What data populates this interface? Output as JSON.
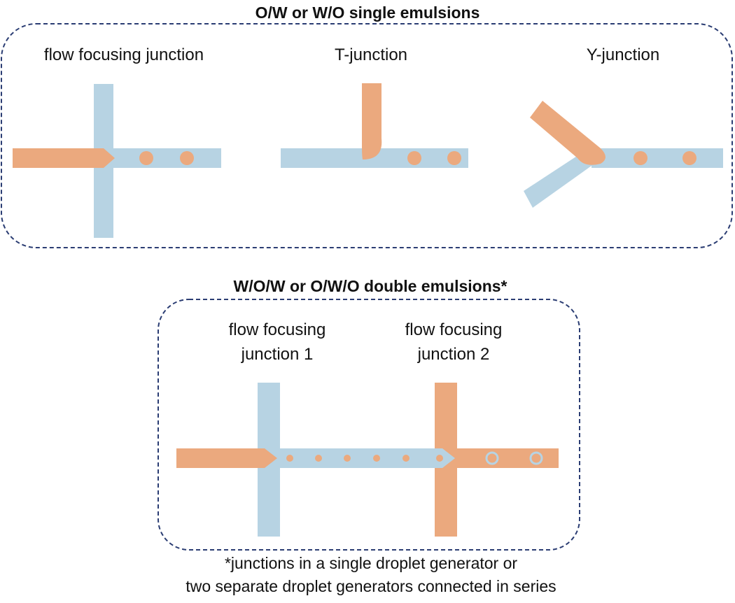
{
  "colors": {
    "aqueous_channel": "#b7d3e3",
    "oil_channel": "#eba97e",
    "frame": "#2b3d73",
    "text": "#111111"
  },
  "single_emulsions": {
    "title": "O/W or W/O single emulsions",
    "flow_focusing_label": "flow focusing junction",
    "t_junction_label": "T-junction",
    "y_junction_label": "Y-junction"
  },
  "double_emulsions": {
    "title": "W/O/W or O/W/O double emulsions*",
    "junction1_label_line1": "flow focusing",
    "junction1_label_line2": "junction 1",
    "junction2_label_line1": "flow focusing",
    "junction2_label_line2": "junction 2"
  },
  "footnote": {
    "line1": "*junctions in a single droplet generator or",
    "line2": "two separate droplet generators connected in series"
  }
}
